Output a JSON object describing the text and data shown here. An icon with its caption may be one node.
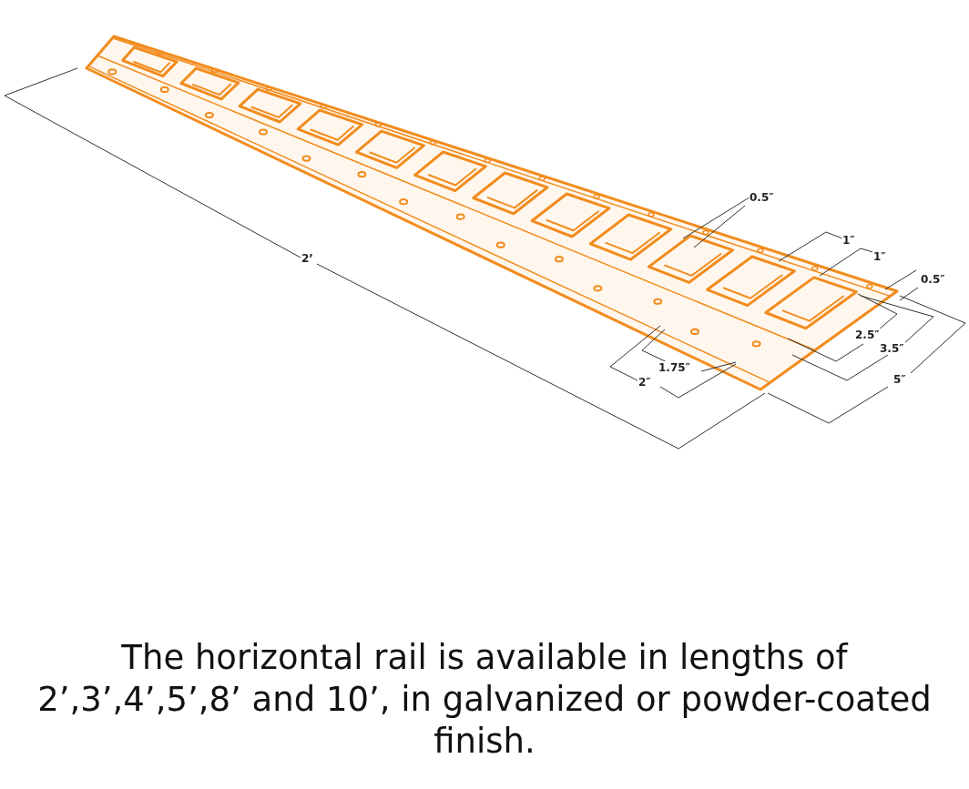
{
  "diagram": {
    "caption": "The horizontal rail is available in lengths of 2’,3’,4’,5’,8’ and 10’, in galvanized or powder-coated finish.",
    "labels": [
      "0.5″",
      "1″",
      "1″",
      "0.5″",
      "2’",
      "2.5″",
      "3.5″",
      "1.75″",
      "2″",
      "5″"
    ]
  }
}
